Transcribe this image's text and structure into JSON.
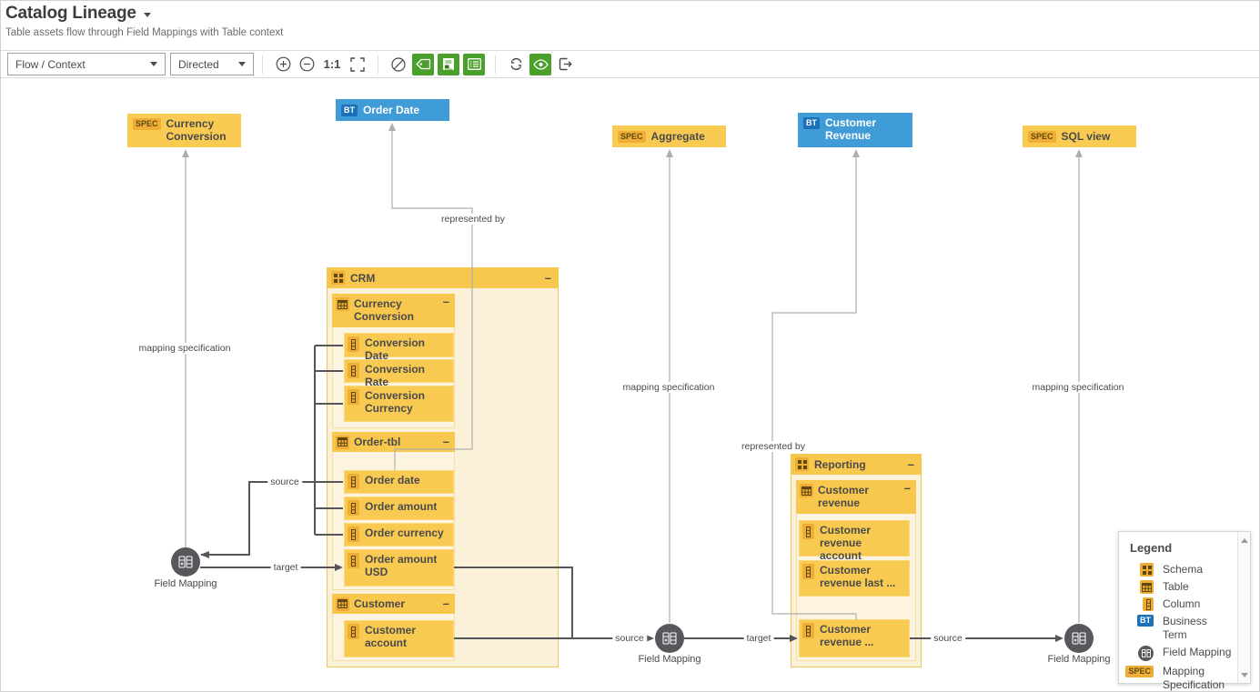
{
  "header": {
    "title": "Catalog Lineage",
    "subtitle": "Table assets flow through Field Mappings with Table context"
  },
  "toolbar": {
    "view_mode": "Flow / Context",
    "direction": "Directed",
    "zoom_label": "1:1"
  },
  "canvas": {
    "collapse_glyph": "–",
    "field_mapping_label": "Field Mapping",
    "edge_labels": {
      "mapping_specification": "mapping specification",
      "represented_by": "represented by",
      "source": "source",
      "target": "target"
    },
    "nodes": {
      "currency_conversion": {
        "badge": "SPEC",
        "label": "Currency Conversion"
      },
      "order_date": {
        "badge": "BT",
        "label": "Order Date"
      },
      "aggregate": {
        "badge": "SPEC",
        "label": "Aggregate"
      },
      "customer_revenue": {
        "badge": "BT",
        "label": "Customer Revenue"
      },
      "sql_view": {
        "badge": "SPEC",
        "label": "SQL view"
      }
    },
    "schemas": [
      {
        "label": "CRM",
        "tables": [
          {
            "label": "Currency Conversion",
            "columns": [
              "Conversion Date",
              "Conversion Rate",
              "Conversion Currency"
            ]
          },
          {
            "label": "Order-tbl",
            "columns": [
              "Order date",
              "Order amount",
              "Order currency",
              "Order amount USD"
            ]
          },
          {
            "label": "Customer",
            "columns": [
              "Customer account"
            ]
          }
        ]
      },
      {
        "label": "Reporting",
        "tables": [
          {
            "label": "Customer revenue",
            "columns": [
              "Customer revenue account",
              "Customer revenue last ...",
              "Customer revenue ..."
            ]
          }
        ]
      }
    ]
  },
  "legend": {
    "title": "Legend",
    "badges": {
      "bt": "BT",
      "spec": "SPEC"
    },
    "items": [
      {
        "icon": "schema-icon",
        "label": "Schema"
      },
      {
        "icon": "table-icon",
        "label": "Table"
      },
      {
        "icon": "column-icon",
        "label": "Column"
      },
      {
        "icon": "business-term-badge",
        "label": "Business Term"
      },
      {
        "icon": "field-mapping-icon",
        "label": "Field Mapping"
      },
      {
        "icon": "mapping-spec-badge",
        "label": "Mapping Specification"
      }
    ]
  },
  "colors": {
    "node_amber": "#f9cb53",
    "badge_amber": "#efae35",
    "schema_cream": "#fbf1d8",
    "node_blue": "#3f9cd7",
    "badge_blue": "#1a71b8",
    "toolbar_green": "#4ba02c",
    "edge_gray": "#aeaeae",
    "edge_dark": "#55565a"
  }
}
